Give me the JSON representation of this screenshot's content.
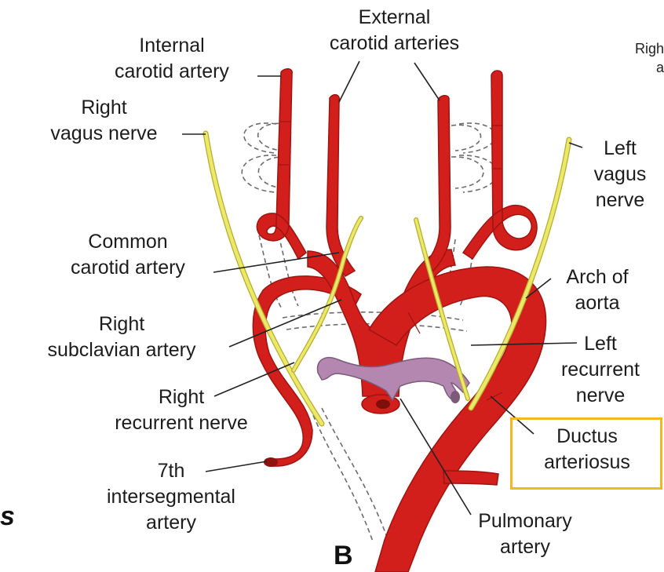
{
  "colors": {
    "artery": "#d21f1c",
    "artery_dark": "#9e1410",
    "nerve": "#ece86a",
    "nerve_edge": "#b6ad2e",
    "pulmonary_branch": "#b487b1",
    "highlight": "#f2b824",
    "text": "#1c1c1c"
  },
  "labels": {
    "external_carotid": "External\ncarotid arteries",
    "internal_carotid": "Internal\ncarotid artery",
    "right_vagus": "Right\nvagus nerve",
    "common_carotid": "Common\ncarotid artery",
    "right_subclavian": "Right\nsubclavian artery",
    "right_recurrent": "Right\nrecurrent nerve",
    "seventh_intersegmental": "7th\nintersegmental\nartery",
    "left_vagus": "Left\nvagus\nnerve",
    "arch_of_aorta": "Arch of\naorta",
    "left_recurrent": "Left\nrecurrent\nnerve",
    "ductus_arteriosus": "Ductus\narteriosus",
    "pulmonary_artery": "Pulmonary\nartery",
    "panel_letter": "B",
    "corner_fragment": "Righ\na",
    "left_edge_fragment": "s"
  },
  "highlight_target": "ductus_arteriosus"
}
